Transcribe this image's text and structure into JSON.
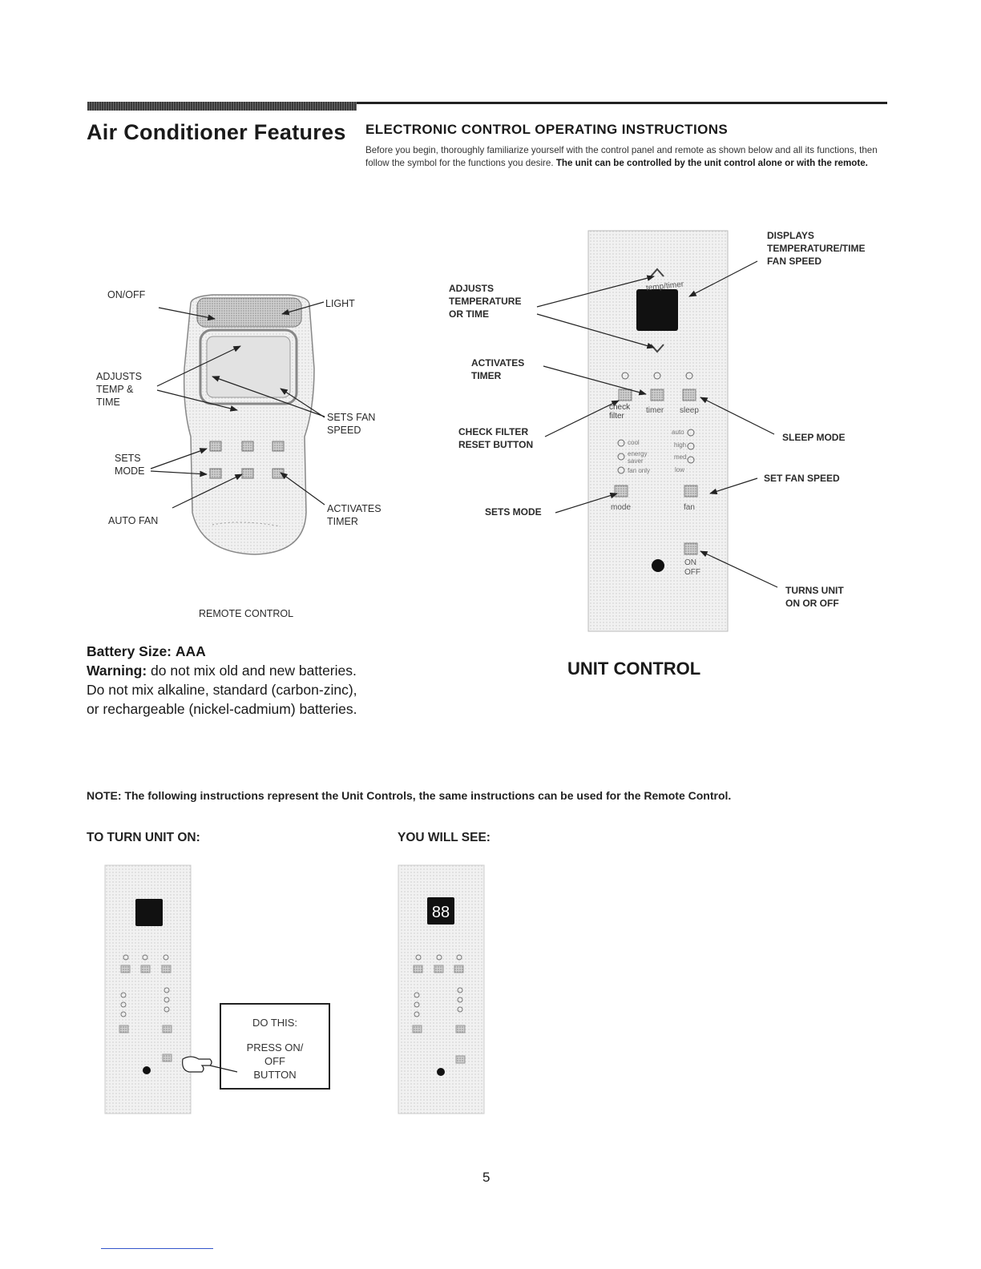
{
  "header": {
    "section_title": "Air Conditioner Features",
    "subtitle": "ELECTRONIC CONTROL OPERATING INSTRUCTIONS",
    "intro_text": "Before you begin, thoroughly familiarize yourself with the control panel and remote as shown below and all its functions, then follow the symbol for the functions you desire.",
    "intro_bold": "The unit can be controlled by the unit control alone or with the remote."
  },
  "remote": {
    "labels": {
      "on_off": "ON/OFF",
      "light": "LIGHT",
      "adjusts_temp_time": "ADJUSTS\nTEMP &\nTIME",
      "sets_fan_speed": "SETS FAN\nSPEED",
      "sets_mode": "SETS\nMODE",
      "auto_fan": "AUTO FAN",
      "activates_timer": "ACTIVATES\nTIMER"
    },
    "caption": "REMOTE CONTROL"
  },
  "unit_panel": {
    "labels": {
      "displays": "DISPLAYS\nTEMPERATURE/TIME\nFAN SPEED",
      "adjusts_temp_time": "ADJUSTS\nTEMPERATURE\nOR TIME",
      "activates_timer": "ACTIVATES\nTIMER",
      "check_filter": "CHECK FILTER\nRESET BUTTON",
      "sets_mode": "SETS MODE",
      "sleep_mode": "SLEEP MODE",
      "set_fan_speed": "SET FAN SPEED",
      "turns_unit": "TURNS UNIT\nON OR OFF"
    },
    "panel_text": {
      "temp_timer": "temp/timer",
      "check_filter": "check\nfilter",
      "timer": "timer",
      "sleep": "sleep",
      "mode": "mode",
      "fan": "fan",
      "on_off": "ON\nOFF",
      "cool": "cool",
      "energy_saver": "energy\nsaver",
      "fan_only": "fan only",
      "auto": "auto",
      "high": "high",
      "med": "med",
      "low": "low"
    },
    "title": "UNIT CONTROL"
  },
  "battery": {
    "size_label": "Battery Size:",
    "size_value": "AAA",
    "warning_label": "Warning:",
    "warning_text": "do not mix old and new batteries.",
    "line2": "Do not mix alkaline, standard (carbon-zinc),",
    "line3": "or rechargeable (nickel-cadmium) batteries."
  },
  "note": "NOTE: The following instructions represent the Unit Controls, the same instructions can be used for the Remote Control.",
  "steps": {
    "turn_on_heading": "TO TURN UNIT ON:",
    "you_will_see_heading": "YOU WILL SEE:",
    "do_this_label": "DO THIS:",
    "do_this_action": "PRESS ON/\nOFF\nBUTTON",
    "display_value": "88"
  },
  "page_number": "5"
}
